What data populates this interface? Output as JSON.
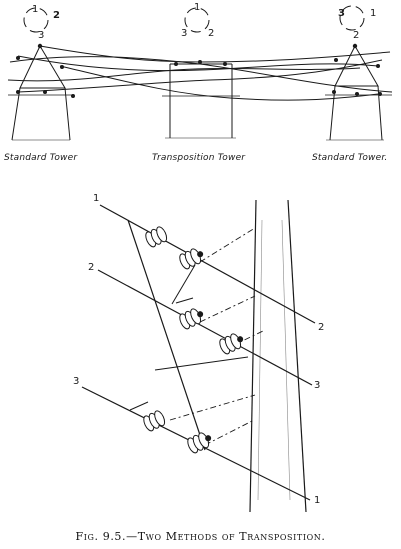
{
  "top": {
    "towers": [
      {
        "label": "Standard Tower",
        "order": [
          "1",
          "2",
          "3"
        ]
      },
      {
        "label": "Transposition Tower",
        "order": [
          "1",
          "3",
          "2"
        ]
      },
      {
        "label": "Standard Tower.",
        "order": [
          "3",
          "1",
          "2"
        ]
      }
    ]
  },
  "bottom": {
    "left_labels": [
      "1",
      "2",
      "3"
    ],
    "right_labels": [
      "2",
      "3",
      "1"
    ]
  },
  "caption": "Fig. 9.5.—Two Methods of Transposition."
}
